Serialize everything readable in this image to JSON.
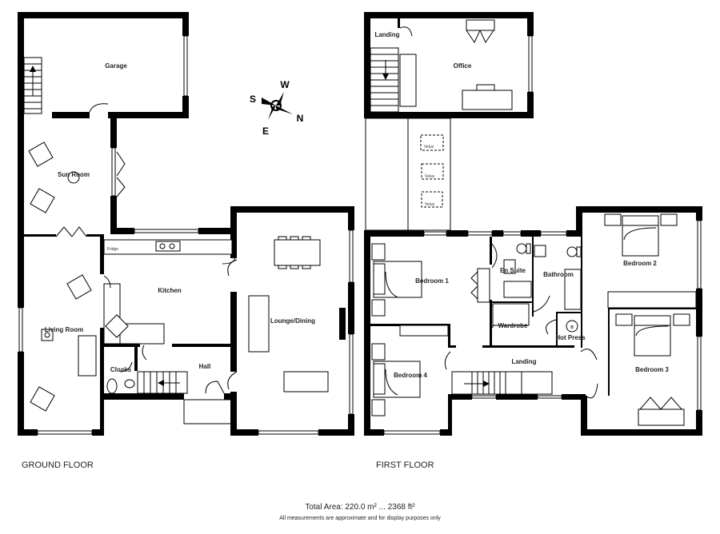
{
  "floors": {
    "ground": {
      "title": "GROUND FLOOR",
      "rooms": {
        "garage": "Garage",
        "sun_room": "Sun Room",
        "living_room": "Living Room",
        "kitchen": "Kitchen",
        "lounge_dining": "Lounge/Dining",
        "hall": "Hall",
        "cloaks": "Cloaks",
        "fridge": "Fridge"
      }
    },
    "first": {
      "title": "FIRST FLOOR",
      "rooms": {
        "landing_top": "Landing",
        "office": "Office",
        "bedroom1": "Bedroom 1",
        "en_suite": "En Suite",
        "bathroom": "Bathroom",
        "bedroom2": "Bedroom 2",
        "wardrobe": "Wardrobe",
        "hot_press": "Hot Press",
        "bedroom3": "Bedroom 3",
        "bedroom4": "Bedroom 4",
        "landing": "Landing",
        "velux": "Velux",
        "boiler": "B"
      }
    }
  },
  "compass": {
    "n": "N",
    "s": "S",
    "e": "E",
    "w": "W"
  },
  "footer": {
    "total_area": "Total Area: 220.0 m² ... 2368 ft²",
    "disclaimer": "All measurements are approximate and for display purposes only"
  }
}
